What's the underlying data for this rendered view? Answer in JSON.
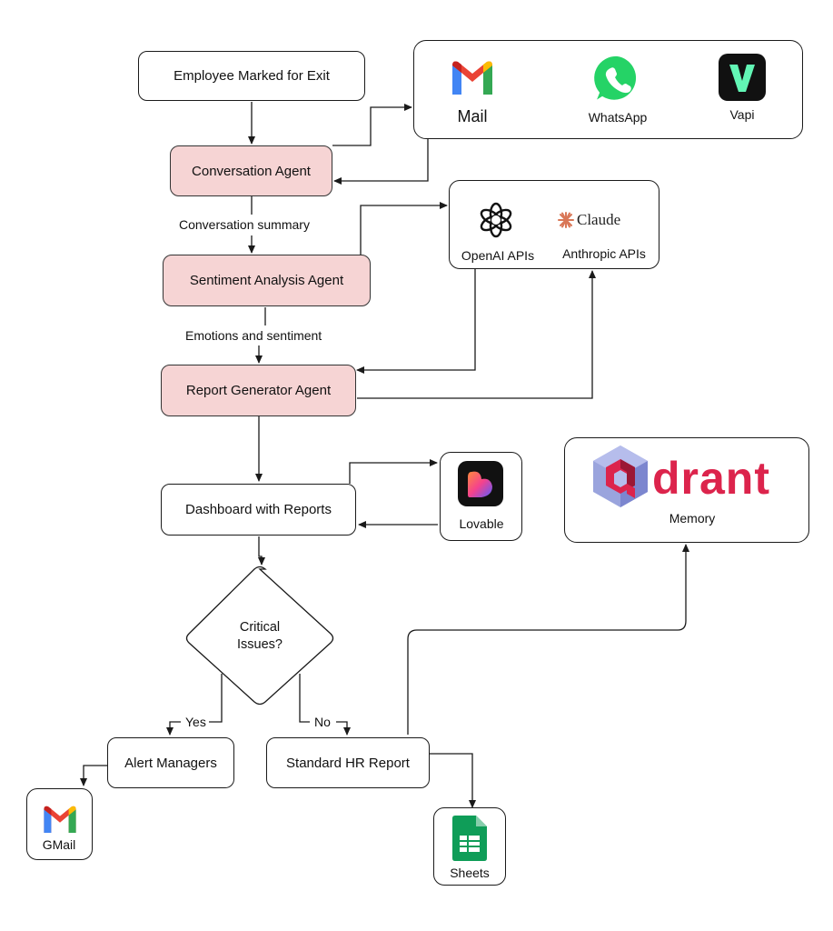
{
  "nodes": {
    "employee_exit": "Employee Marked for Exit",
    "conversation_agent": "Conversation Agent",
    "sentiment_agent": "Sentiment Analysis Agent",
    "report_agent": "Report Generator Agent",
    "dashboard": "Dashboard with Reports",
    "decision_line1": "Critical",
    "decision_line2": "Issues?",
    "alert_managers": "Alert Managers",
    "standard_report": "Standard HR Report"
  },
  "edge_labels": {
    "conversation_summary": "Conversation summary",
    "emotions_sentiment": "Emotions and sentiment",
    "yes": "Yes",
    "no": "No"
  },
  "channels": {
    "mail": "Mail",
    "whatsapp": "WhatsApp",
    "vapi": "Vapi"
  },
  "llm": {
    "openai": "OpenAI APIs",
    "anthropic": "Anthropic APIs",
    "claude_logo_text": "Claude"
  },
  "tools": {
    "lovable": "Lovable",
    "qdrant_logo_text": "drant",
    "memory": "Memory",
    "gmail": "GMail",
    "sheets": "Sheets"
  },
  "colors": {
    "agent_fill": "#f6d4d4",
    "qdrant_red": "#dc244c",
    "whatsapp_green": "#25d366",
    "vapi_mint": "#62f6b5",
    "sheets_green": "#0f9d58"
  }
}
